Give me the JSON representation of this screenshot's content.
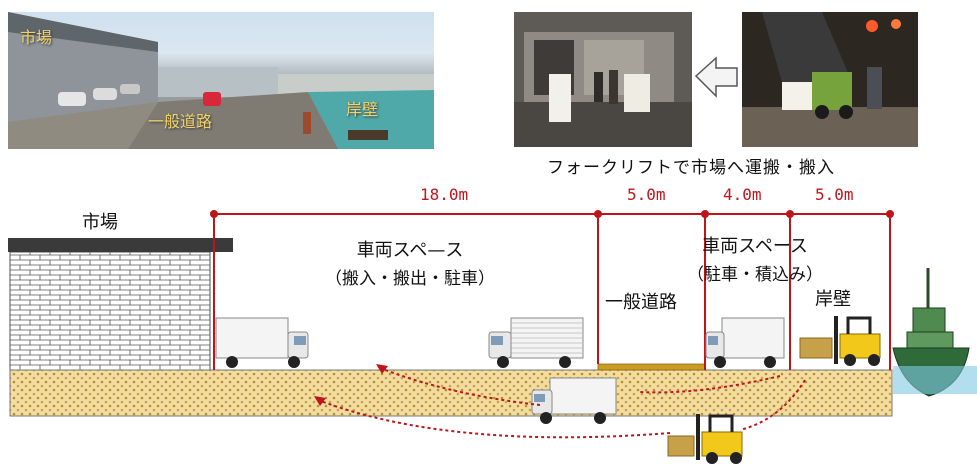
{
  "photos": {
    "market_photo": {
      "labels": {
        "market": "市場",
        "road": "一般道路",
        "quay": "岸壁"
      }
    },
    "forklift_caption": "フォークリフトで市場へ運搬・搬入"
  },
  "diagram": {
    "market_label": "市場",
    "dimensions": [
      "18.0m",
      "5.0m",
      "4.0m",
      "5.0m"
    ],
    "zones": {
      "vehicle_space_1": {
        "title": "車両スペ—ス",
        "sub": "（搬入・搬出・駐車）"
      },
      "road": "一般道路",
      "vehicle_space_2": {
        "title": "車両スペース",
        "sub": "（駐車・積込み）"
      },
      "quay": "岸壁"
    },
    "colors": {
      "dimension_line": "#c0141b",
      "ground": "#f2dca0",
      "market_roof": "#3a3a3a",
      "flow_arrow": "#c0141b"
    }
  }
}
